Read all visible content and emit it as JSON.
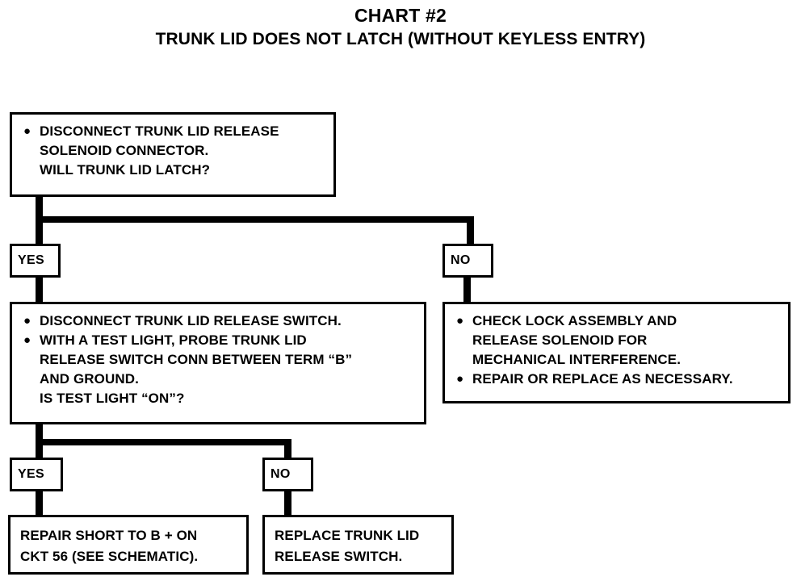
{
  "title": {
    "main": "CHART #2",
    "sub": "TRUNK LID DOES NOT LATCH (WITHOUT KEYLESS ENTRY)"
  },
  "colors": {
    "ink": "#000000",
    "paper": "#ffffff"
  },
  "nodes": {
    "step1": {
      "id": "step1",
      "kind": "process",
      "bullets": [
        {
          "marker": "●",
          "lines": [
            "DISCONNECT TRUNK LID RELEASE",
            "SOLENOID CONNECTOR.",
            "WILL TRUNK LID LATCH?"
          ]
        }
      ]
    },
    "step1_yes": {
      "id": "step1-yes",
      "kind": "branch-label",
      "label": "YES"
    },
    "step1_no": {
      "id": "step1-no",
      "kind": "branch-label",
      "label": "NO"
    },
    "step2": {
      "id": "step2",
      "kind": "process",
      "bullets": [
        {
          "marker": "●",
          "lines": [
            "DISCONNECT TRUNK LID RELEASE SWITCH."
          ]
        },
        {
          "marker": "●",
          "lines": [
            "WITH A TEST LIGHT, PROBE TRUNK LID",
            "RELEASE SWITCH CONN BETWEEN TERM “B”",
            "AND GROUND.",
            "IS TEST LIGHT “ON”?"
          ]
        }
      ]
    },
    "right_action": {
      "id": "right-action",
      "kind": "process",
      "bullets": [
        {
          "marker": "●",
          "lines": [
            "CHECK LOCK ASSEMBLY AND",
            "RELEASE SOLENOID FOR",
            "MECHANICAL INTERFERENCE."
          ]
        },
        {
          "marker": "●",
          "lines": [
            "REPAIR OR REPLACE AS NECESSARY."
          ]
        }
      ]
    },
    "step2_yes": {
      "id": "step2-yes",
      "kind": "branch-label",
      "label": "YES"
    },
    "step2_no": {
      "id": "step2-no",
      "kind": "branch-label",
      "label": "NO"
    },
    "result_left": {
      "id": "result-left",
      "kind": "terminal",
      "lines": [
        "REPAIR SHORT TO B + ON",
        "CKT 56 (SEE SCHEMATIC)."
      ]
    },
    "result_right": {
      "id": "result-right",
      "kind": "terminal",
      "lines": [
        "REPLACE TRUNK LID",
        "RELEASE SWITCH."
      ]
    }
  }
}
